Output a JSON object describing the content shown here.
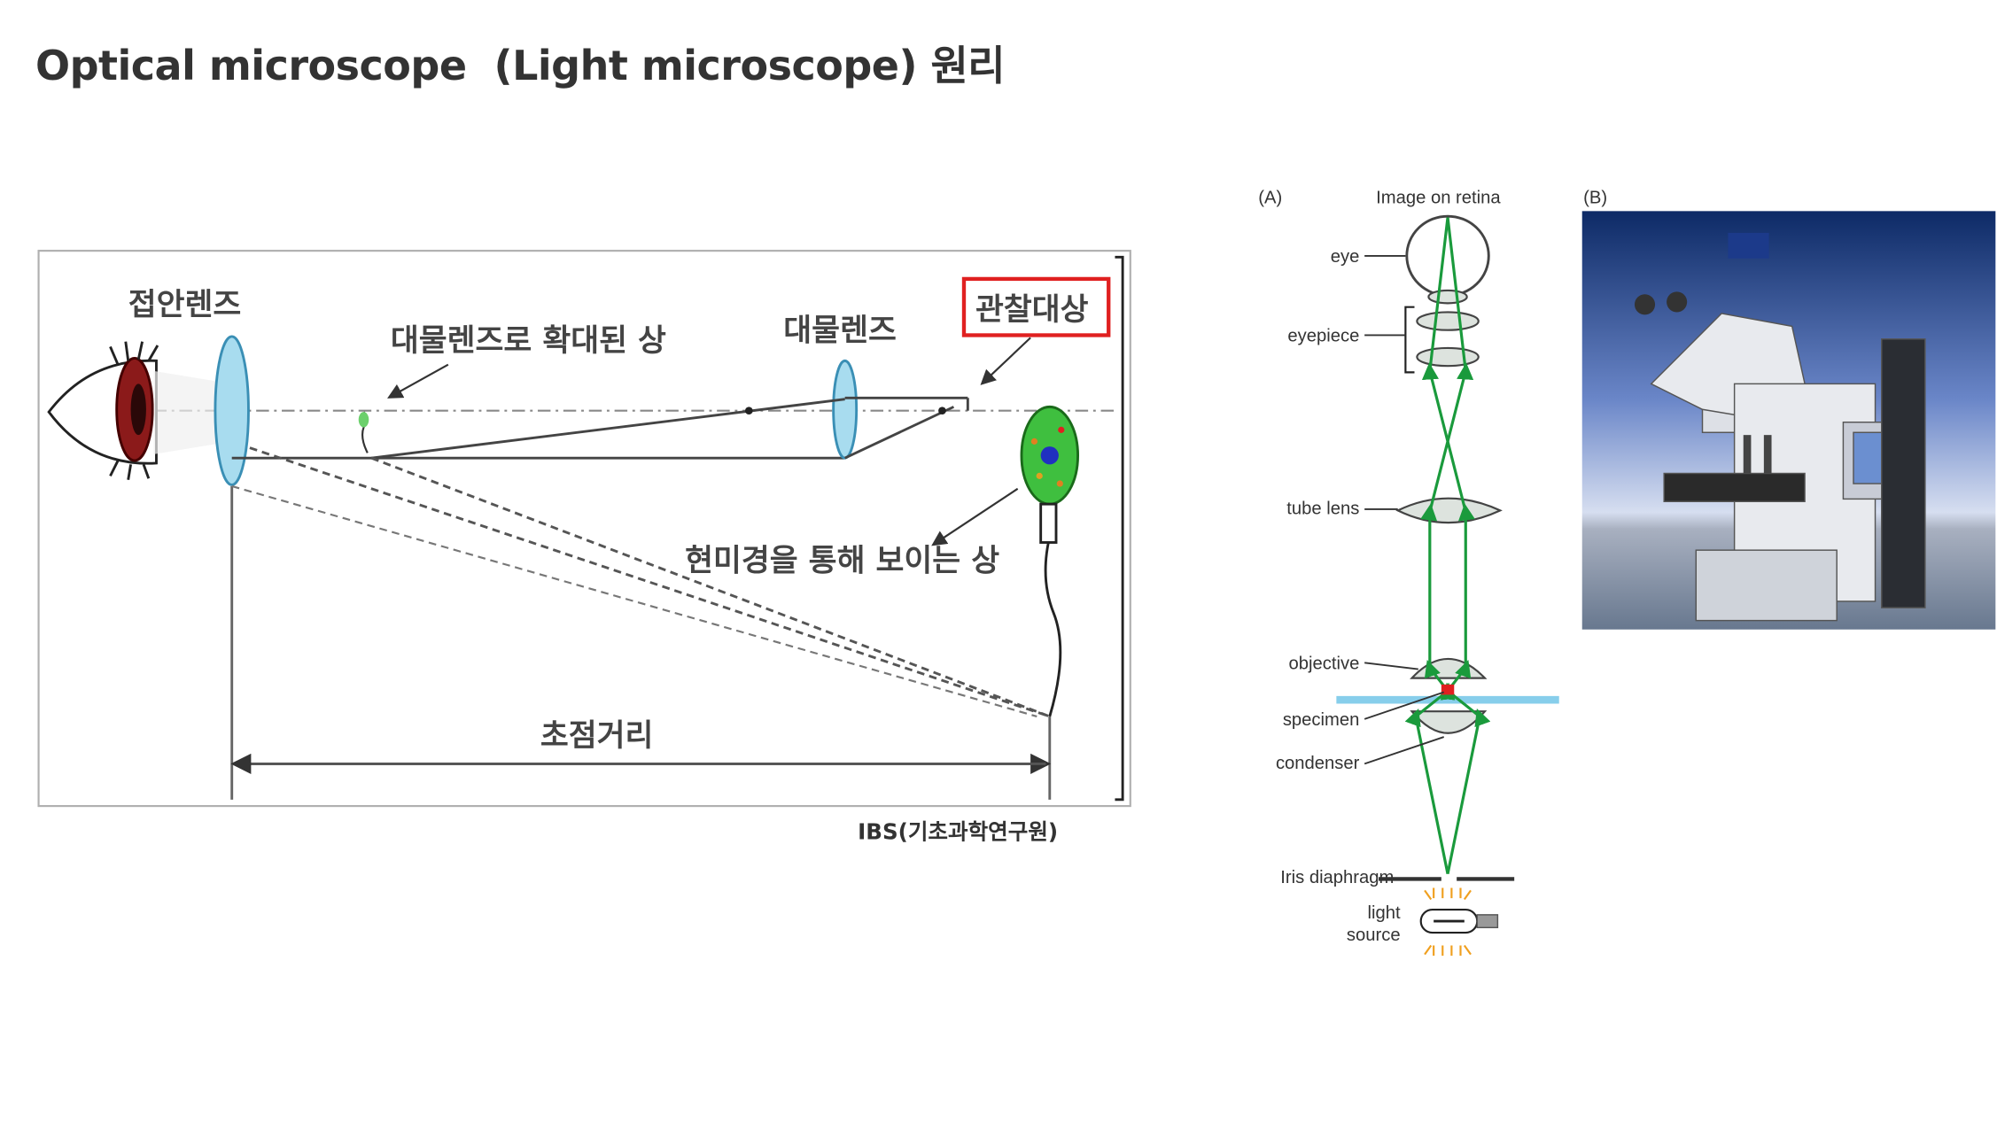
{
  "title": "Optical microscope  (Light microscope) 원리",
  "left_diagram": {
    "eyepiece_label": "접안렌즈",
    "magnified_image_label": "대물렌즈로 확대된 상",
    "objective_label": "대물렌즈",
    "object_label": "관찰대상",
    "virtual_image_label": "현미경을 통해 보이는 상",
    "focal_length_label": "초점거리",
    "credit": "IBS(기초과학연구원)"
  },
  "right_diagram": {
    "panel_a": "(A)",
    "panel_b": "(B)",
    "image_on_retina": "Image on retina",
    "eye": "eye",
    "eyepiece": "eyepiece",
    "tube_lens": "tube lens",
    "objective": "objective",
    "specimen": "specimen",
    "condenser": "condenser",
    "iris_diaphragm": "Iris diaphragm",
    "light": "light",
    "source": "source"
  },
  "colors": {
    "ray": "#1a9a3c",
    "lens": "#8fd0ea",
    "highlight": "#e02020",
    "stage": "#87ceeb"
  }
}
